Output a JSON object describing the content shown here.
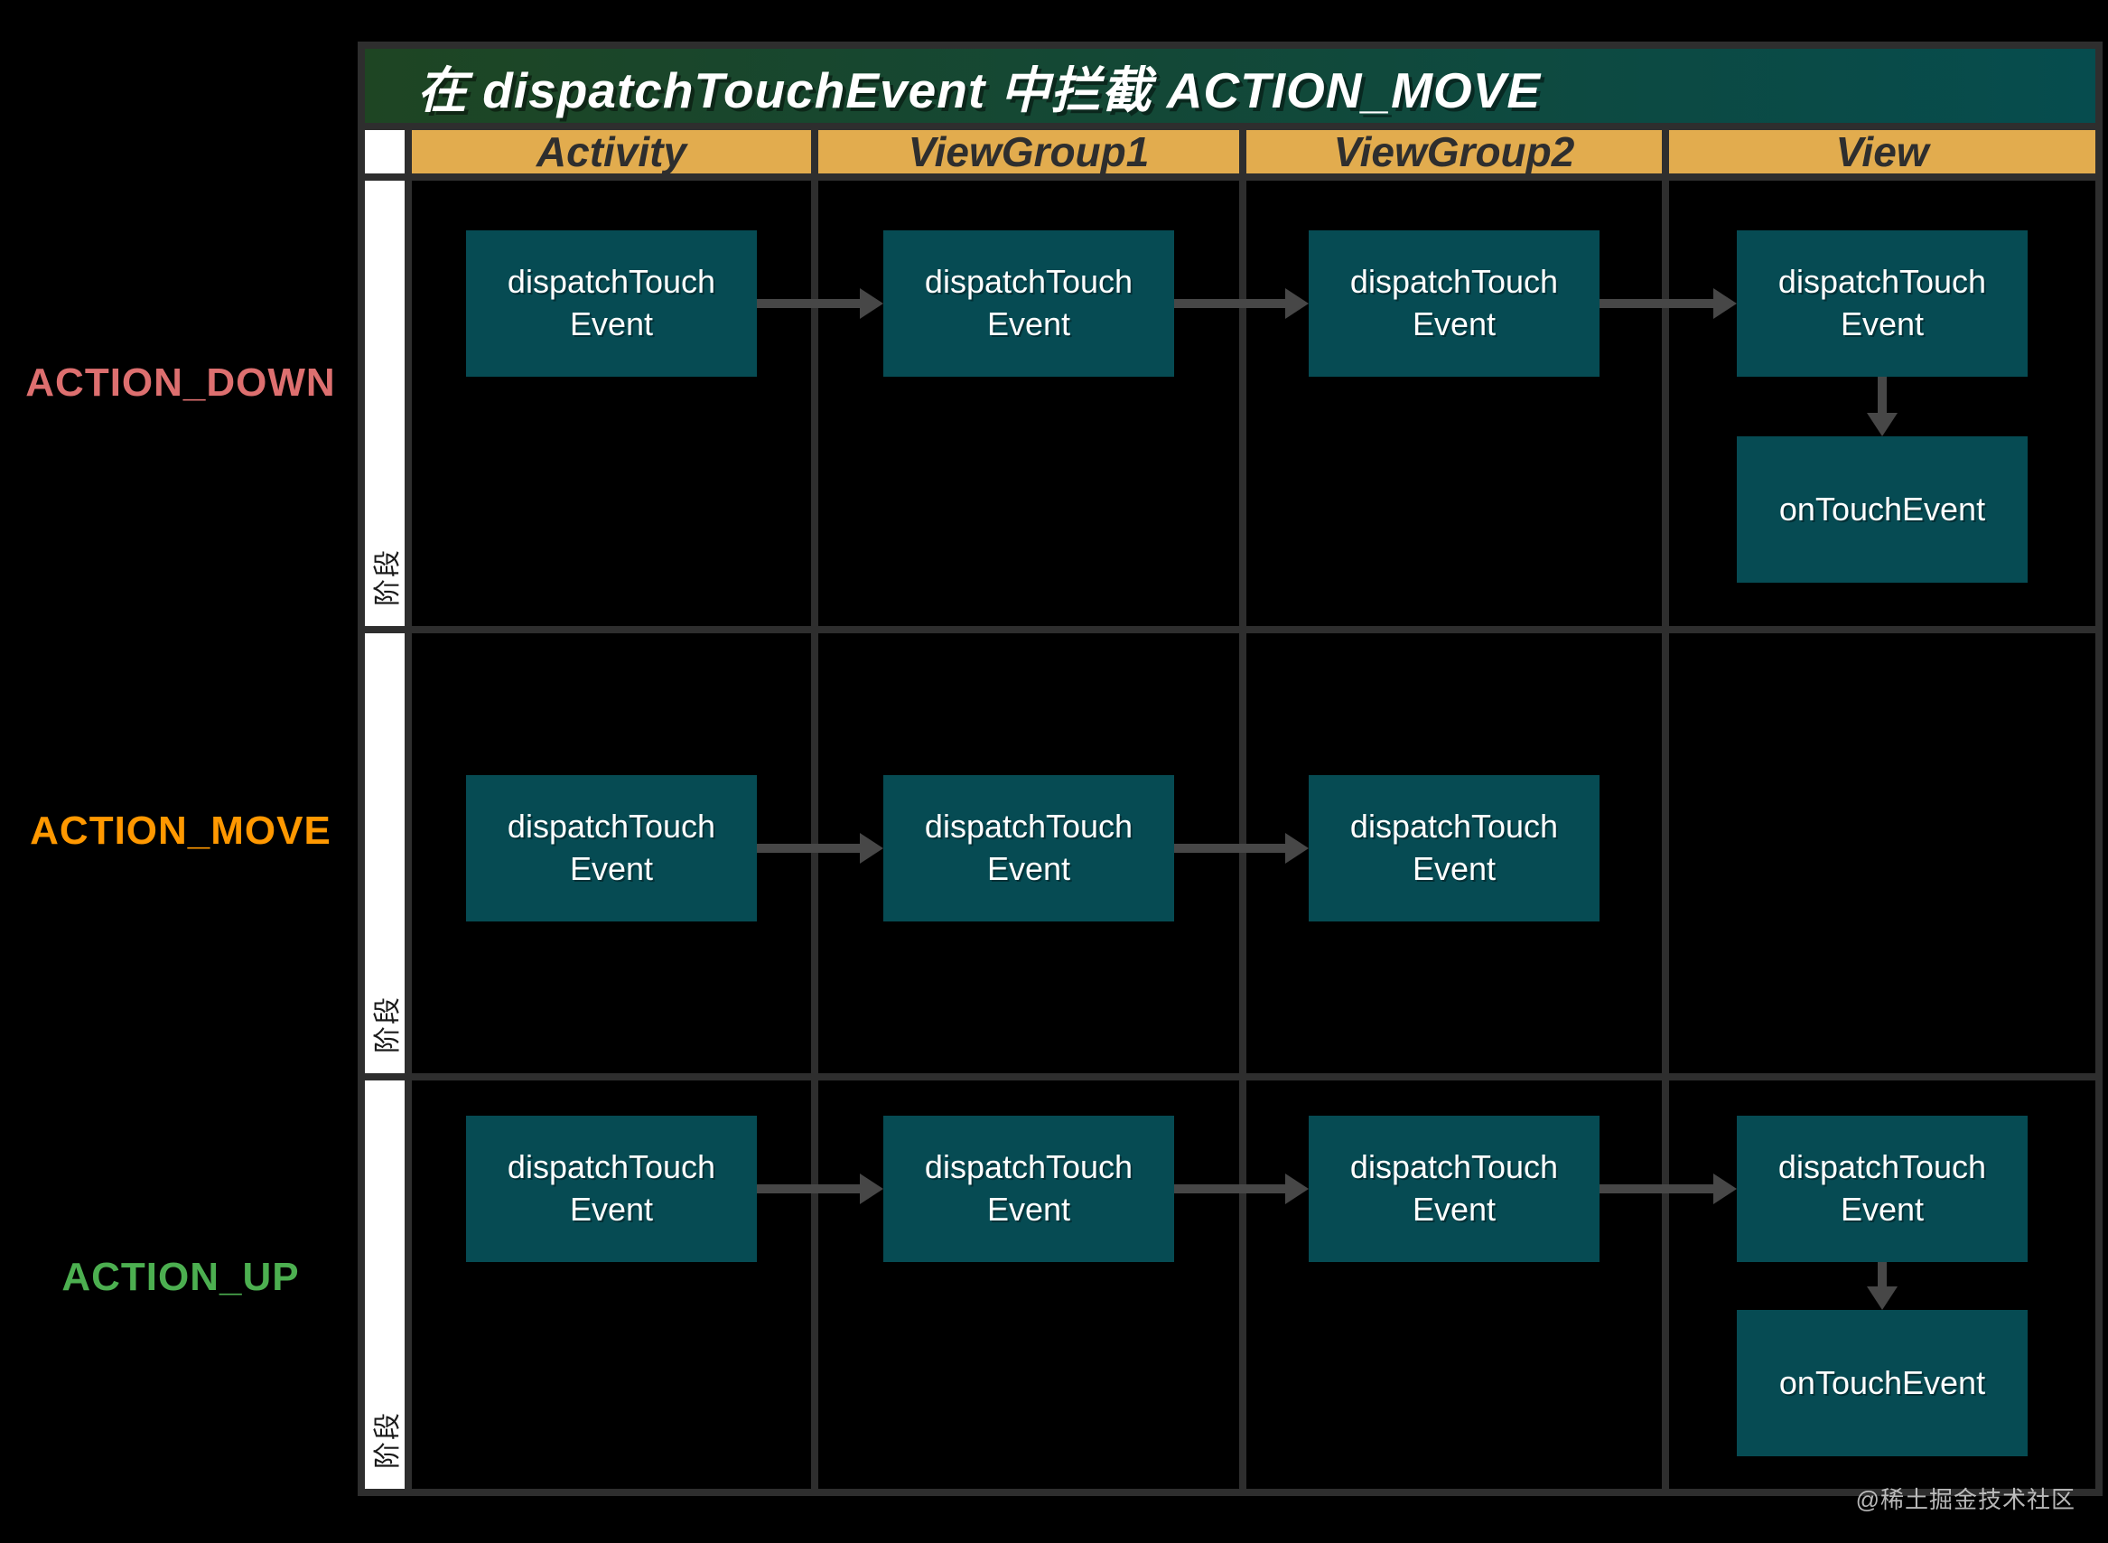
{
  "title": "在 dispatchTouchEvent 中拦截 ACTION_MOVE",
  "columns": [
    "Activity",
    "ViewGroup1",
    "ViewGroup2",
    "View"
  ],
  "phase_label": "阶段",
  "watermark": "@稀土掘金技术社区",
  "box_labels": {
    "dispatch": "dispatchTouch\nEvent",
    "ontouch": "onTouchEvent"
  },
  "rows": [
    {
      "label": "ACTION_DOWN",
      "color": "#dd6f6f",
      "dispatch_columns": [
        0,
        1,
        2,
        3
      ],
      "ontouch_column": 3
    },
    {
      "label": "ACTION_MOVE",
      "color": "#ff9800",
      "dispatch_columns": [
        0,
        1,
        2
      ],
      "ontouch_column": null
    },
    {
      "label": "ACTION_UP",
      "color": "#4caf50",
      "dispatch_columns": [
        0,
        1,
        2,
        3
      ],
      "ontouch_column": 3
    }
  ],
  "colors": {
    "grid": "#2e2e2e",
    "title_gradient_left": "#1e4523",
    "title_gradient_right": "#064c4e",
    "header_bg": "#e2ac4e",
    "header_text": "#2e2e2e",
    "box_bg": "#064b53",
    "box_text": "#ffffff",
    "arrow": "#474747",
    "strip_bg": "#ffffff"
  }
}
